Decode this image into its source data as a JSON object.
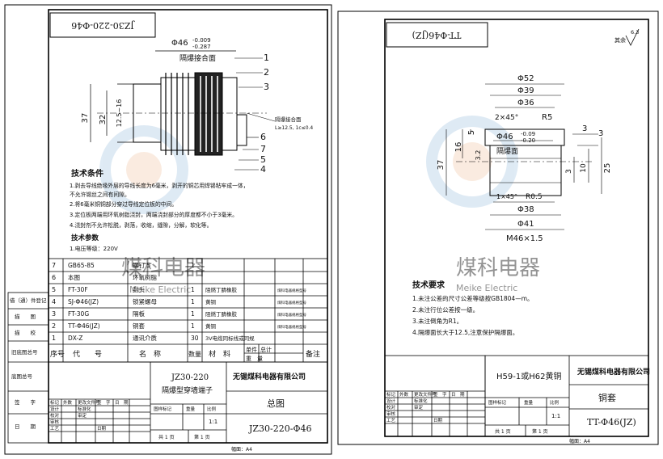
{
  "left": {
    "stamp": "JZ30-220-Φ46",
    "dim_top_main": "Φ46",
    "dim_top_upper": "-0.009",
    "dim_top_lower": "-0.287",
    "flame_face_label": "隔爆接合面",
    "flame_face_note_title": "隔爆接合面",
    "flame_face_note_value": "L≥12.5, 1c≤0.4",
    "dim_37": "37",
    "dim_32": "32",
    "dim_range": "12.5~16",
    "callouts_top": [
      "1",
      "2",
      "3"
    ],
    "callouts_right": [
      "6",
      "7",
      "5",
      "4"
    ],
    "tech_title": "技术条件",
    "tech_items": [
      "1.剥去导线绝缘外层的导线长度为6毫米，剥开的铜芯用焊锡粘牢成一体，",
      "  不允许锡丝之间有间隙。",
      "2.将6毫米铜铜部分穿过导线定位板的中间。",
      "3.定位板两端用环氧树脂浇封，两端浇封部分的厚度都不小于3毫米。",
      "4.浇封剂不允许松脱，剥落，收缩，缝隙，分解，软化等。"
    ],
    "params_title": "技术参数",
    "params_items": [
      "1.电压等级：220V"
    ],
    "bom_rows": [
      {
        "no": "7",
        "code": "GB65-85",
        "name": "螺钉 5",
        "qty": "1",
        "mat": "",
        "note": ""
      },
      {
        "no": "6",
        "code": "本图",
        "name": "环氧树脂",
        "qty": "",
        "mat": "",
        "note": ""
      },
      {
        "no": "5",
        "code": "FT-30F",
        "name": "封头",
        "qty": "1",
        "mat": "阻燃丁腈橡胶",
        "note": "煤科电器规格型号"
      },
      {
        "no": "4",
        "code": "SJ-Φ46(JZ)",
        "name": "锁紧螺母",
        "qty": "1",
        "mat": "黄铜",
        "note": "煤科电器规格型号"
      },
      {
        "no": "3",
        "code": "FT-30G",
        "name": "隔板",
        "qty": "1",
        "mat": "阻燃丁腈橡胶",
        "note": "煤科电器规格型号"
      },
      {
        "no": "2",
        "code": "TT-Φ46(JZ)",
        "name": "铜套",
        "qty": "1",
        "mat": "黄铜",
        "note": "煤科电器规格型号"
      },
      {
        "no": "1",
        "code": "DX-Z",
        "name": "通讯介质",
        "qty": "30",
        "mat": "3V电缆同标线或同规",
        "note": ""
      }
    ],
    "bom_header": {
      "no": "序号",
      "code": "代　　号",
      "name": "名　称",
      "qty": "数量",
      "mat": "材　料",
      "unit": "单件",
      "total": "总计",
      "weight": "重　量",
      "note": "备注"
    },
    "side_labels": [
      "借（通）件登记",
      "描　　图",
      "描　　校",
      "旧底图总号",
      "底图总号",
      "签　　字",
      "日　　期"
    ],
    "title_product": "JZ30-220",
    "title_desc": "隔爆型穿墙端子",
    "company": "无锡煤科电器有限公司",
    "drawing_type": "总图",
    "drawing_no": "JZ30-220-Φ46",
    "tb_labels": {
      "mark": "标记",
      "count": "外数",
      "change": "更改文件号",
      "sign": "签　字",
      "date": "日　期",
      "std": "标准化",
      "design": "设计",
      "check": "校对",
      "review": "审核",
      "approve": "审定",
      "craft": "工艺",
      "day": "日期",
      "stage": "图样标记",
      "weight": "重量",
      "scale": "比例",
      "scale_val": "1:1",
      "sheets": "共 1 页",
      "sheet": "第 1 页"
    },
    "paper": "幅面：A4",
    "watermark": "煤科电器",
    "watermark_en": "Meike Electric"
  },
  "right": {
    "stamp": "TT-Φ46(JZ)",
    "roughness_prefix": "其余",
    "roughness_val": "6.3",
    "dims": {
      "d52": "Φ52",
      "d39": "Φ39",
      "d36": "Φ36",
      "chamfer": "2×45°",
      "r5": "R5",
      "d46": "Φ46",
      "d46_up": "-0.09",
      "d46_lo": "-0.20",
      "face": "隔爆面",
      "h37": "37",
      "h16": "16",
      "h5": "5",
      "r32": "3.2",
      "v3a": "3",
      "v3b": "3",
      "v10": "10",
      "v3c": "3",
      "v25": "25",
      "chamfer2": "1×45°",
      "r05": "R0.5",
      "d38": "Φ38",
      "d41": "Φ41",
      "m46": "M46×1.5"
    },
    "tech_title": "技术要求",
    "tech_items": [
      "1.未注公差的尺寸公差等级按GB1804—m。",
      "2.未注行位公差按一级。",
      "3.未注倒角为R1。",
      "4.隔爆面长大于12.5,注意保护隔爆面。"
    ],
    "material": "H59-1或H62黄铜",
    "company": "无锡煤科电器有限公司",
    "part_name": "铜套",
    "drawing_no": "TT-Φ46(JZ)",
    "tb_labels": {
      "mark": "标记",
      "count": "外数",
      "change": "更改文件号",
      "sign": "签　字",
      "date": "日　期",
      "std": "标准化",
      "design": "设计",
      "check": "校对",
      "review": "审核",
      "approve": "审定",
      "craft": "工艺",
      "day": "日期",
      "stage": "图样标记",
      "weight": "重量",
      "scale": "比例",
      "scale_val": "1:1",
      "sheets": "共 1 页",
      "sheet": "第 1 页"
    },
    "paper": "幅面：A4",
    "watermark": "煤科电器",
    "watermark_en": "Meike Electric"
  }
}
